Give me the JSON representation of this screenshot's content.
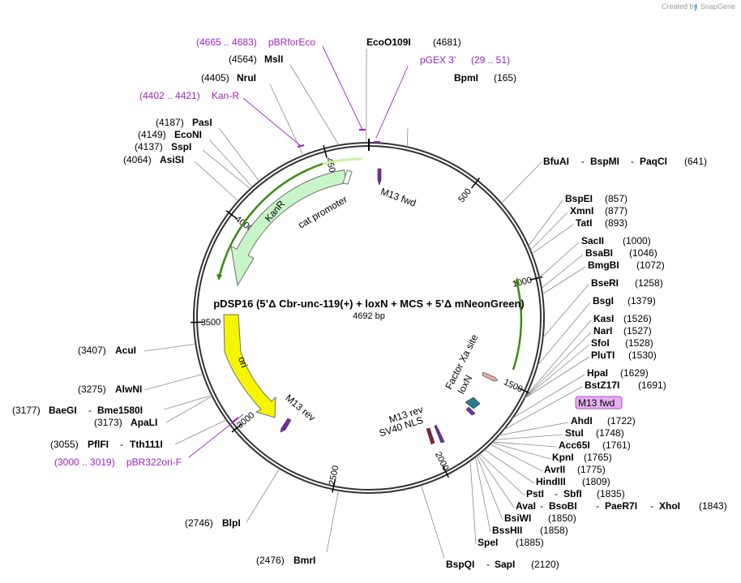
{
  "credit": {
    "text": "Created by",
    "brand": "SnapGene"
  },
  "plasmid": {
    "name": "pDSP16 (5’Δ Cbr-unc-119(+) + loxN + MCS + 5’Δ mNeonGreen)",
    "size_label": "4692 bp",
    "length": 4692
  },
  "colors": {
    "primer": "#a020c8",
    "kanr": "#c8f5c8",
    "ori": "#f5f500",
    "cat_promoter": "#ffffff",
    "green_stroke": "#3a8a10",
    "m13": "#7a2aa8",
    "xa": "#e8a8a8",
    "loxn": "#2a7a8a",
    "sv40": "#8a2040",
    "highlight_bg": "#e4b0ee"
  },
  "ticks": [
    "500",
    "1000",
    "1500",
    "2000",
    "2500",
    "3000",
    "3500",
    "4000",
    "4500"
  ],
  "features": [
    {
      "key": "kanr",
      "label": "KanR"
    },
    {
      "key": "cat",
      "label": "cat promoter"
    },
    {
      "key": "ori",
      "label": "ori"
    },
    {
      "key": "m13fwd",
      "label": "M13 fwd"
    },
    {
      "key": "m13rev_l",
      "label": "M13 rev"
    },
    {
      "key": "m13rev_r",
      "label": "M13 rev"
    },
    {
      "key": "sv40",
      "label": "SV40 NLS"
    },
    {
      "key": "xa",
      "label": "Factor Xa site"
    },
    {
      "key": "loxn",
      "label": "loxN"
    }
  ],
  "primers": [
    {
      "range": "(4665 .. 4683)",
      "name": "pBRforEco"
    },
    {
      "name": "pGEX 3'",
      "range": "(29 .. 51)"
    },
    {
      "range": "(4402 .. 4421)",
      "name": "Kan-R"
    },
    {
      "range": "(3000 .. 3019)",
      "name": "pBR322ori-F"
    }
  ],
  "sites_top": [
    {
      "name": "EcoO109I",
      "pos": "(4681)"
    },
    {
      "name": "BpmI",
      "pos": "(165)"
    }
  ],
  "sites_left": [
    {
      "pos": "(4564)",
      "name": "MslI"
    },
    {
      "pos": "(4405)",
      "name": "NruI"
    },
    {
      "pos": "(4187)",
      "name": "PasI"
    },
    {
      "pos": "(4149)",
      "name": "EcoNI"
    },
    {
      "pos": "(4137)",
      "name": "SspI"
    },
    {
      "pos": "(4064)",
      "name": "AsiSI"
    },
    {
      "pos": "(3407)",
      "name": "AcuI"
    },
    {
      "pos": "(3275)",
      "name": "AlwNI"
    },
    {
      "pos": "(3177)",
      "name": "BaeGI",
      "sep": "-",
      "name2": "Bme1580I"
    },
    {
      "pos": "(3173)",
      "name": "ApaLI"
    },
    {
      "pos": "(3055)",
      "name": "PflFI",
      "sep": "-",
      "name2": "Tth111I"
    },
    {
      "pos": "(2746)",
      "name": "BlpI"
    },
    {
      "pos": "(2476)",
      "name": "BmrI"
    }
  ],
  "sites_right": [
    {
      "name": "BfuAI",
      "sep": "-",
      "name2": "BspMI",
      "sep2": "-",
      "name3": "PaqCI",
      "pos": "(641)"
    },
    {
      "name": "BspEI",
      "pos": "(857)"
    },
    {
      "name": "XmnI",
      "pos": "(877)"
    },
    {
      "name": "TatI",
      "pos": "(893)"
    },
    {
      "name": "SacII",
      "pos": "(1000)"
    },
    {
      "name": "BsaBI",
      "pos": "(1046)"
    },
    {
      "name": "BmgBI",
      "pos": "(1072)"
    },
    {
      "name": "BseRI",
      "pos": "(1258)"
    },
    {
      "name": "BsgI",
      "pos": "(1379)"
    },
    {
      "name": "KasI",
      "pos": "(1526)"
    },
    {
      "name": "NarI",
      "pos": "(1527)"
    },
    {
      "name": "SfoI",
      "pos": "(1528)"
    },
    {
      "name": "PluTI",
      "pos": "(1530)"
    },
    {
      "name": "HpaI",
      "pos": "(1629)"
    },
    {
      "name": "BstZ17I",
      "pos": "(1691)"
    },
    {
      "name": "AhdI",
      "pos": "(1722)"
    },
    {
      "name": "StuI",
      "pos": "(1748)"
    },
    {
      "name": "Acc65I",
      "pos": "(1761)"
    },
    {
      "name": "KpnI",
      "pos": "(1765)"
    },
    {
      "name": "AvrII",
      "pos": "(1775)"
    },
    {
      "name": "HindIII",
      "pos": "(1809)"
    },
    {
      "name": "PstI",
      "sep": "-",
      "name2": "SbfI",
      "pos": "(1835)"
    },
    {
      "name": "AvaI",
      "sep": "-",
      "name2": "BsoBI",
      "sep2": "-",
      "name3": "PaeR7I",
      "sep3": "-",
      "name4": "XhoI",
      "pos": "(1843)"
    },
    {
      "name": "BsiWI",
      "pos": "(1850)"
    },
    {
      "name": "BssHII",
      "pos": "(1858)"
    },
    {
      "name": "SpeI",
      "pos": "(1885)"
    },
    {
      "name": "BspQI",
      "sep": "-",
      "name2": "SapI",
      "pos": "(2120)"
    }
  ],
  "highlight_primer": {
    "name": "M13 fwd"
  }
}
